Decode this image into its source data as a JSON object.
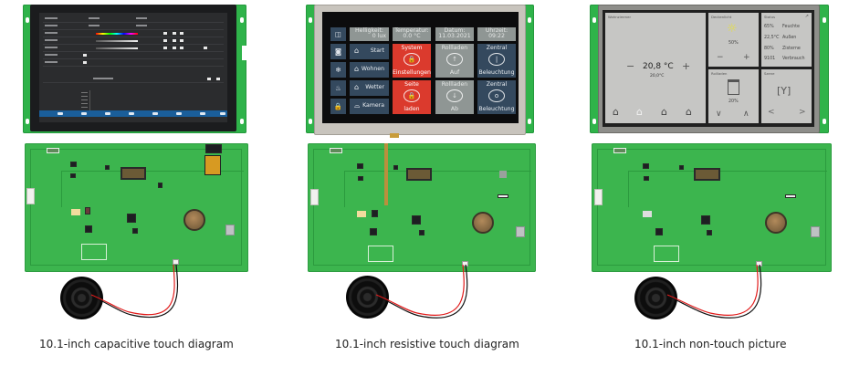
{
  "products": [
    {
      "caption": "10.1-inch capacitive touch diagram",
      "touch_type": "capacitive",
      "screen_theme": "dark dashboard with taskbar"
    },
    {
      "caption": "10.1-inch resistive touch  diagram",
      "touch_type": "resistive",
      "screen": {
        "side_icons": [
          "door-icon",
          "washer-icon",
          "snowflake-icon",
          "radiator-icon",
          "lock-icon"
        ],
        "nav_buttons": [
          {
            "icon": "home-icon",
            "label": "Start"
          },
          {
            "icon": "home-icon",
            "label": "Wohnen"
          },
          {
            "icon": "home-icon",
            "label": "Wetter"
          },
          {
            "icon": "camera-icon",
            "label": "Kamera"
          }
        ],
        "info_tiles": [
          {
            "title": "Helligkeit:",
            "value": "0 lux"
          },
          {
            "title": "Temperatur:",
            "value": "0.0 °C"
          },
          {
            "title": "Datum:",
            "value": "11.03.2021"
          },
          {
            "title": "Uhrzeit:",
            "value": "09:22"
          }
        ],
        "action_tiles": [
          {
            "top": "System",
            "icon": "lock-icon",
            "glyph": "🔒",
            "bottom": "Einstellungen",
            "color": "#db3a2d"
          },
          {
            "top": "Rollladen",
            "icon": "arrow-up-icon",
            "glyph": "↑",
            "bottom": "Auf",
            "color": "#8f9694"
          },
          {
            "top": "Zentral",
            "icon": "power-on-icon",
            "glyph": "|",
            "bottom": "Beleuchtung",
            "color": "#34495e"
          },
          {
            "top": "Seite",
            "icon": "lock-icon",
            "glyph": "🔒",
            "bottom": "laden",
            "color": "#db3a2d"
          },
          {
            "top": "Rollladen",
            "icon": "arrow-down-icon",
            "glyph": "↓",
            "bottom": "Ab",
            "color": "#8f9694"
          },
          {
            "top": "Zentral",
            "icon": "power-off-icon",
            "glyph": "o",
            "bottom": "Beleuchtung",
            "color": "#34495e"
          }
        ]
      }
    },
    {
      "caption": "10.1-inch non-touch  picture",
      "touch_type": "non-touch",
      "screen": {
        "room": {
          "title": "Wohnzimmer",
          "temperature": "20,8 °C",
          "setpoint": "20,0°C",
          "minus": "−",
          "plus": "+"
        },
        "ceiling_light": {
          "title": "Deckenlicht",
          "level": "50%",
          "minus": "−",
          "plus": "+"
        },
        "status": {
          "title": "Status",
          "rows": [
            {
              "value": "65%",
              "label": "Feuchte"
            },
            {
              "value": "22,5°C",
              "label": "Außen"
            },
            {
              "value": "80%",
              "label": "Zisterne"
            },
            {
              "value": "9101",
              "label": "Verbrauch"
            }
          ]
        },
        "shutters": {
          "title": "Rollladen",
          "level": "20%",
          "down": "∨",
          "up": "∧"
        },
        "scene": {
          "title": "Szene",
          "prev": "<",
          "next": ">"
        }
      }
    }
  ],
  "colors": {
    "pcb_green": "#3cb54e",
    "red_tile": "#db3a2d",
    "navy_tile": "#34495e",
    "grey_tile": "#8f9694",
    "taskbar_blue": "#1a5e9a"
  }
}
